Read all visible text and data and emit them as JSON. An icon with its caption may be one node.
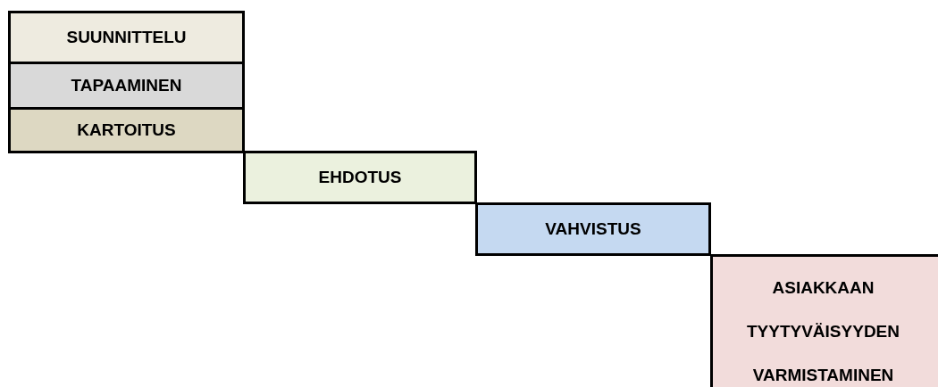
{
  "diagram": {
    "nodes": [
      {
        "text": [
          "SUUNNITTELU"
        ]
      },
      {
        "text": [
          "TAPAAMINEN"
        ]
      },
      {
        "text": [
          "KARTOITUS"
        ]
      },
      {
        "text": [
          "EHDOTUS"
        ]
      },
      {
        "text": [
          "VAHVISTUS"
        ]
      },
      {
        "text": [
          "ASIAKKAAN TYYTYVÄISYYDEN VARMISTAMINEN"
        ]
      }
    ]
  }
}
